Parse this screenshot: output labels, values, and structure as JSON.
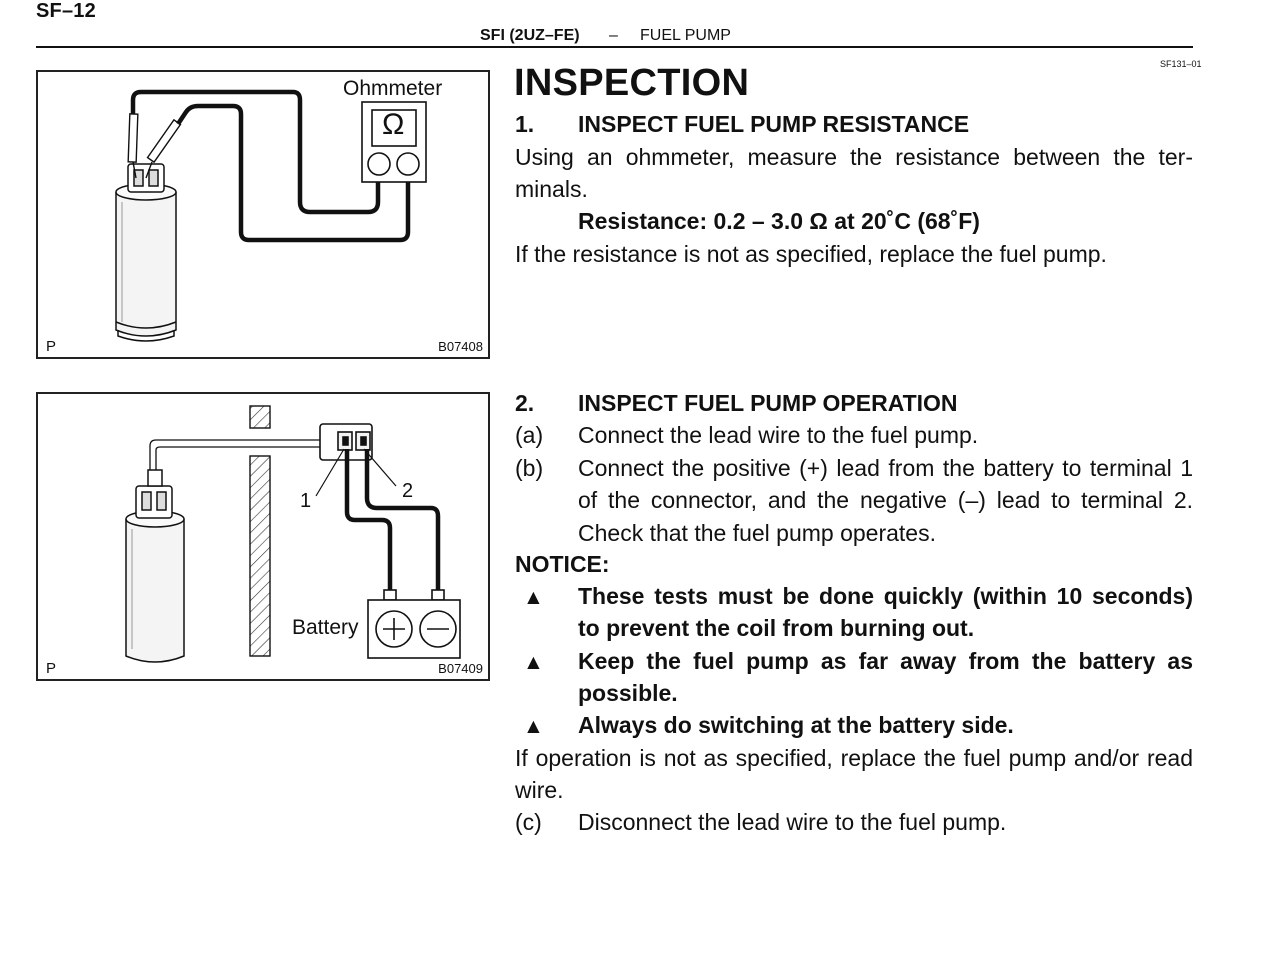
{
  "header": {
    "page_number": "SF–12",
    "section": "SFI (2UZ–FE)",
    "dash": "–",
    "title": "FUEL PUMP"
  },
  "figure1": {
    "code": "SF131–01",
    "meter_label": "Ohmmeter",
    "meter_symbol": "Ω",
    "p_tag": "P",
    "ref": "B07408"
  },
  "figure2": {
    "terminal_1": "1",
    "terminal_2": "2",
    "battery_label": "Battery",
    "p_tag": "P",
    "ref": "B07409"
  },
  "inspection": {
    "title": "INSPECTION",
    "step1": {
      "num": "1.",
      "heading": "INSPECT FUEL PUMP RESISTANCE",
      "body": "Using an ohmmeter, measure the resistance between the ter-minals.",
      "spec": "Resistance: 0.2 – 3.0 Ω at 20˚C (68˚F)",
      "result": "If the resistance is not as specified, replace the fuel pump."
    },
    "step2": {
      "num": "2.",
      "heading": "INSPECT FUEL PUMP OPERATION",
      "a_label": "(a)",
      "a_text": "Connect the lead wire to the fuel pump.",
      "b_label": "(b)",
      "b_text": "Connect the positive (+) lead from the battery to terminal 1 of the connector, and the negative (–) lead to terminal 2. Check that the fuel pump operates.",
      "notice": "NOTICE:",
      "bullet_symbol": "▲",
      "notices": [
        "These tests must be done quickly (within 10 seconds) to prevent the coil from burning out.",
        "Keep the fuel pump as far away from the battery as possible.",
        "Always do switching at the battery side."
      ],
      "result": "If operation is not as specified, replace the fuel pump and/or read wire.",
      "c_label": "(c)",
      "c_text": "Disconnect the lead wire to the fuel pump."
    }
  }
}
